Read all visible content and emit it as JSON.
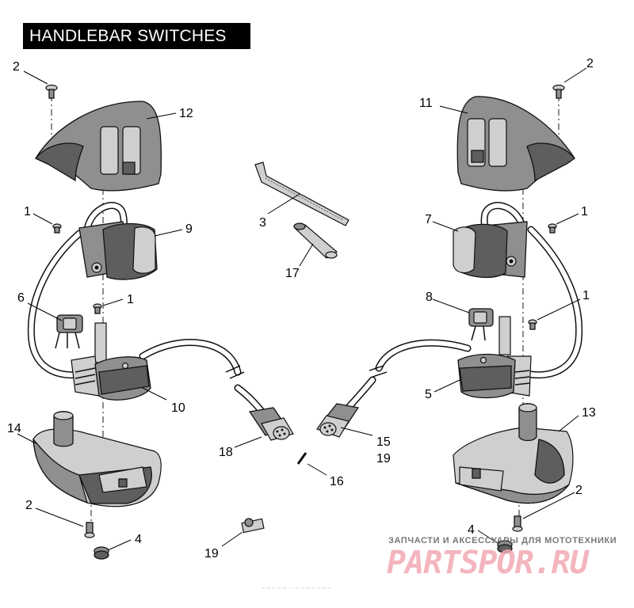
{
  "title": "HANDLEBAR SWITCHES",
  "callouts": {
    "c2_tl": "2",
    "c12": "12",
    "c1_l": "1",
    "c9": "9",
    "c6": "6",
    "c1_ml": "1",
    "c10": "10",
    "c14": "14",
    "c2_bl": "2",
    "c4_l": "4",
    "c3": "3",
    "c17": "17",
    "c18": "18",
    "c16": "16",
    "c19_b": "19",
    "c15": "15",
    "c19_r": "19",
    "c2_tr": "2",
    "c11": "11",
    "c1_r": "1",
    "c7": "7",
    "c8": "8",
    "c1_mr": "1",
    "c5": "5",
    "c13": "13",
    "c2_br": "2",
    "c4_r": "4"
  },
  "watermark": {
    "tagline": "ЗАПЧАСТИ И АКСЕССУАРЫ ДЛЯ МОТОТЕХНИКИ",
    "brand": "PARTSPOR.RU"
  },
  "footer_mark": "– – – – – ·  · – – – – – – –"
}
